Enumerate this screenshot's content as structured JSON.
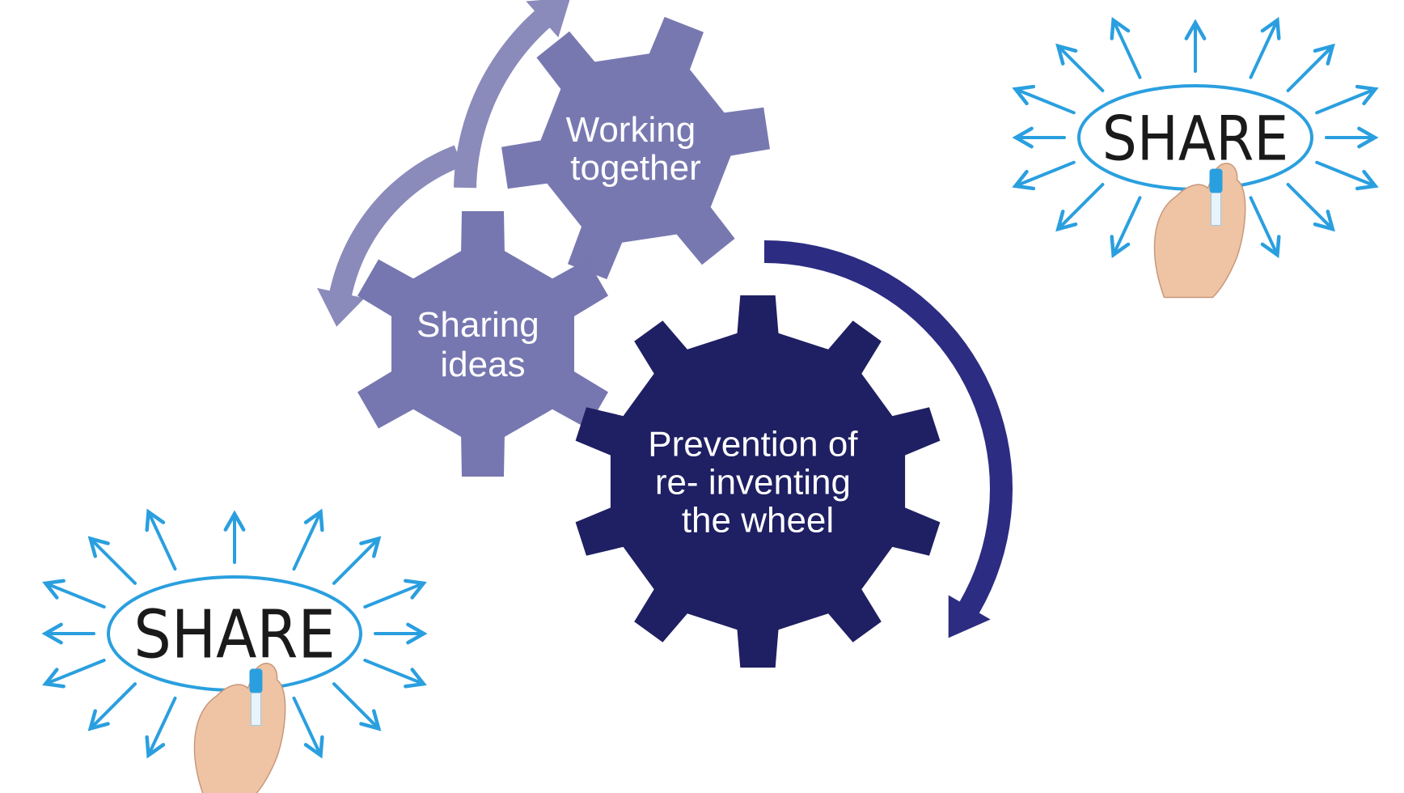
{
  "diagram": {
    "gears": [
      {
        "id": "working-together",
        "lines": [
          "Working",
          "together"
        ],
        "color": "#7878b1"
      },
      {
        "id": "sharing-ideas",
        "lines": [
          "Sharing",
          "ideas"
        ],
        "color": "#7676b0"
      },
      {
        "id": "prevention",
        "lines": [
          "Prevention of",
          "re- inventing",
          "the wheel"
        ],
        "color": "#1f1f63"
      }
    ],
    "arrow_colors": {
      "upper": "#8a8abb",
      "left": "#8a8abb",
      "right": "#2c2c82"
    },
    "share_images": [
      {
        "id": "top-right",
        "word": "SHARE"
      },
      {
        "id": "bottom-left",
        "word": "SHARE"
      }
    ],
    "share_colors": {
      "ray": "#2a9fdf",
      "skin": "#efc4a4",
      "marker": "#2a9fdf"
    }
  }
}
